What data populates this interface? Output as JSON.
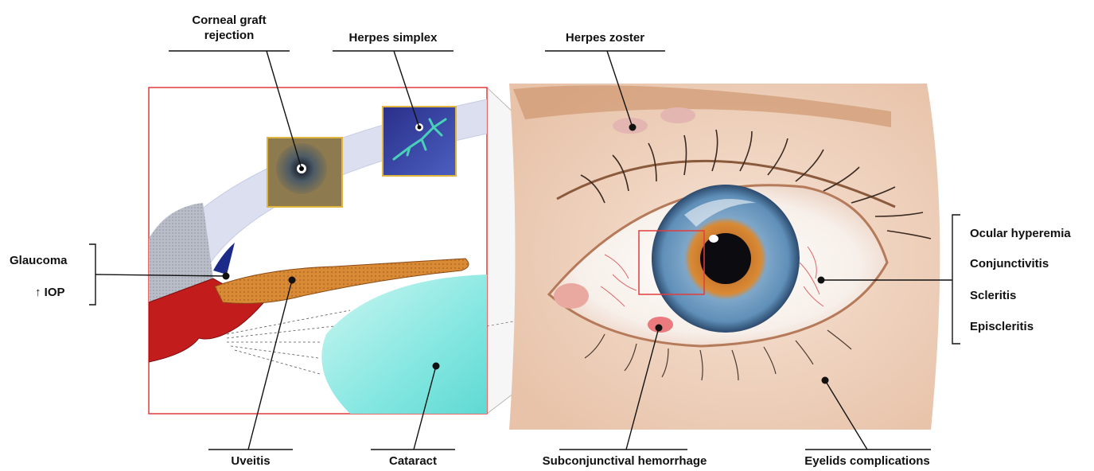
{
  "labels": {
    "corneal_graft_rejection": [
      "Corneal graft",
      "rejection"
    ],
    "herpes_simplex": "Herpes simplex",
    "herpes_zoster": "Herpes zoster",
    "glaucoma": "Glaucoma",
    "iop": "↑ IOP",
    "ocular_hyperemia": "Ocular hyperemia",
    "conjunctivitis": "Conjunctivitis",
    "scleritis": "Scleritis",
    "episcleritis": "Episcleritis",
    "uveitis": "Uveitis",
    "cataract": "Cataract",
    "subconjunctival_hemorrhage": "Subconjunctival hemorrhage",
    "eyelids_complications": "Eyelids complications"
  },
  "colors": {
    "inset_border": "#e23c3c",
    "cornea": "#dcdff0",
    "iris_stroma": "#d98a35",
    "ciliary_body": "#c21c1c",
    "trabecular": "#b8bcc6",
    "lens": "#7fe6e0",
    "iris_ring": "#5f8fb8",
    "pupil": "#0b0b10",
    "sclera": "#f7efe9",
    "skin": "#f3d9c6",
    "lash": "#3a2a22"
  },
  "icons": [
    "herpes-simplex-dendrite-photo",
    "corneal-graft-photo"
  ]
}
